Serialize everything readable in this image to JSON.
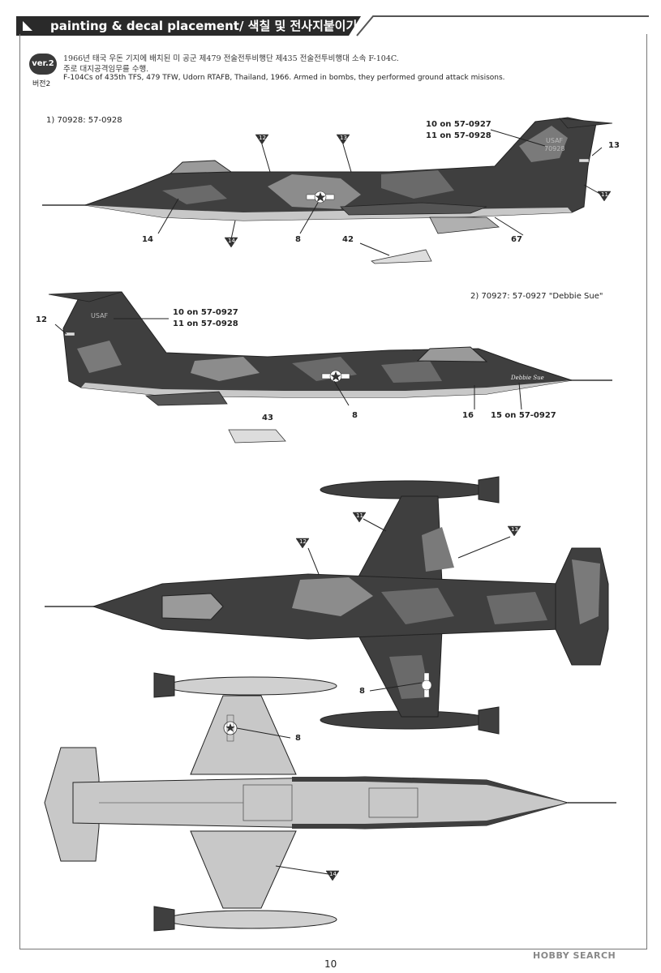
{
  "header": {
    "title": "painting & decal placement/ 색칠 및 전사지붙이기"
  },
  "version": {
    "badge": "ver.2",
    "sub": "버전2"
  },
  "description": {
    "ko_line1": "1966년 태국 우돈 기지에 배치된 미 공군 제479 전술전투비행단 제435 전술전투비행대 소속 F-104C.",
    "ko_line2": "주로 대지공격임무를 수행.",
    "en": "F-104Cs of 435th TFS, 479 TFW, Udorn RTAFB, Thailand, 1966. Armed in bombs, they performed ground attack misisons."
  },
  "profile1": {
    "label": "1) 70928: 57-0928",
    "callouts": {
      "c10": "10 on 57-0927",
      "c11": "11 on 57-0928",
      "c13": "13",
      "c14": "14",
      "c8": "8",
      "c42": "42",
      "c67": "67"
    },
    "markers": {
      "m12": "12",
      "m13": "13",
      "m11": "11",
      "m14": "14"
    },
    "tail_text": "USAF",
    "tail_serial": "70928"
  },
  "profile2": {
    "label": "2) 70927: 57-0927 \"Debbie Sue\"",
    "callouts": {
      "c12": "12",
      "c10": "10 on 57-0927",
      "c11": "11 on 57-0928",
      "c8": "8",
      "c16": "16",
      "c15": "15 on 57-0927",
      "c43": "43"
    },
    "tail_text": "USAF",
    "nose_art": "Debbie Sue"
  },
  "top_view": {
    "callouts": {
      "c8": "8"
    },
    "markers": {
      "m11": "11",
      "m12": "12",
      "m13": "13"
    }
  },
  "bottom_view": {
    "callouts": {
      "c8": "8"
    },
    "markers": {
      "m14": "14"
    }
  },
  "page_number": "10",
  "watermark": "HOBBY SEARCH",
  "colors": {
    "camo_dark": "#3f3f3f",
    "camo_mid": "#6a6a6a",
    "camo_light": "#8c8c8c",
    "underside": "#c8c8c8",
    "header_bg": "#2a2a2a"
  }
}
